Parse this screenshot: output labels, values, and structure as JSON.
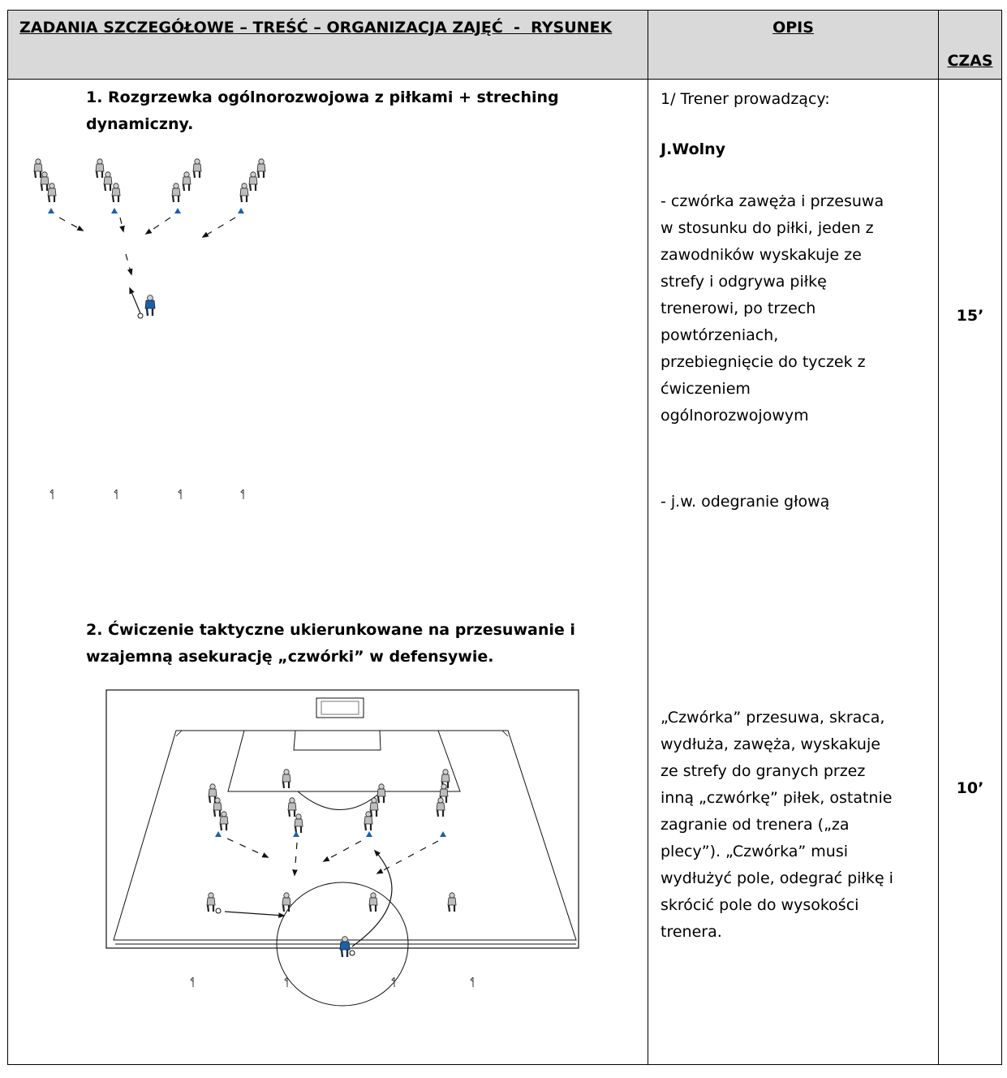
{
  "header": {
    "col1_part1": "ZADANIA SZCZEGÓŁOWE",
    "col1_part2": " – ",
    "col1_part3": "TREŚĆ",
    "col1_part4": " – ",
    "col1_part5": "ORGANIZACJA ZAJĘĆ",
    "col1_part6": "  -  ",
    "col1_part7": "RYSUNEK",
    "col2": "OPIS",
    "col3": "CZAS"
  },
  "task1": {
    "title_line1": "1.  Rozgrzewka ogólnorozwojowa z piłkami + streching",
    "title_line2": "dynamiczny.",
    "desc_trainer_label": "1/ Trener prowadzący:",
    "desc_trainer_name": "J.Wolny",
    "desc_lines": [
      "- czwórka zawęża i przesuwa",
      "w stosunku do piłki, jeden z",
      "zawodników wyskakuje ze",
      "strefy i odgrywa piłkę",
      "trenerowi, po trzech",
      "powtórzeniach,",
      "przebiegnięcie do tyczek z",
      "ćwiczeniem",
      "ogólnorozwojowym"
    ],
    "desc_extra": "- j.w. odegranie głową",
    "time": "15’"
  },
  "task2": {
    "title_line1": "2. Ćwiczenie taktyczne ukierunkowane na przesuwanie i",
    "title_line2": "wzajemną asekurację „czwórki” w defensywie.",
    "desc_lines": [
      "„Czwórka” przesuwa, skraca,",
      "wydłuża, zawęża, wyskakuje",
      "ze strefy do granych przez",
      "inną „czwórkę” piłek, ostatnie",
      "zagranie od trenera („za",
      "plecy”). „Czwórka” musi",
      "wydłużyć pole, odegrać piłkę i",
      "skrócić pole do wysokości",
      "trenera."
    ],
    "time": "10’"
  },
  "colors": {
    "header_bg": "#d9d9d9",
    "coach": "#1f5fa8",
    "cone": "#1f5fa8",
    "player": "#b8b8b8"
  }
}
